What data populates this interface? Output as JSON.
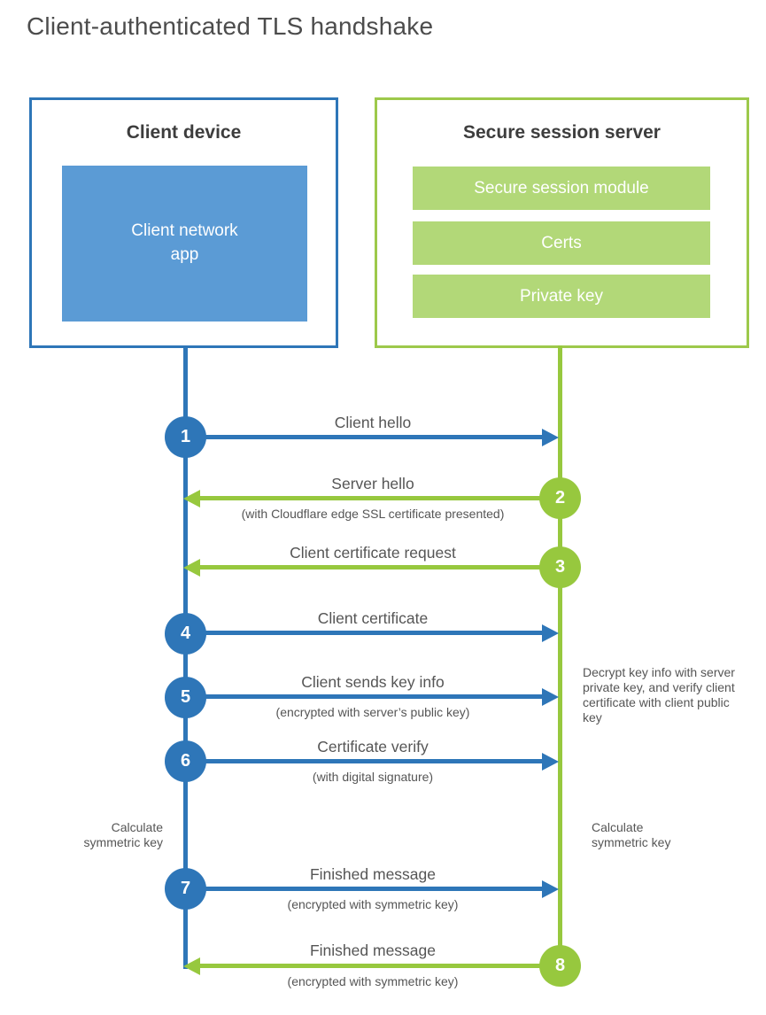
{
  "title": "Client-authenticated TLS handshake",
  "colors": {
    "blue_accent": "#2e76b8",
    "blue_fill": "#5b9bd5",
    "green_accent": "#97c83e",
    "green_fill": "#b2d878",
    "green_border": "#9dc94b",
    "label_text": "#555555",
    "heading_text": "#3d3d3d"
  },
  "client": {
    "title": "Client device",
    "app_label": "Client network app"
  },
  "server": {
    "title": "Secure session server",
    "modules": [
      "Secure session module",
      "Certs",
      "Private key"
    ]
  },
  "steps": [
    {
      "num": "1",
      "label": "Client hello",
      "sub": "",
      "direction": "client-to-server"
    },
    {
      "num": "2",
      "label": "Server hello",
      "sub": "(with Cloudflare edge SSL certificate presented)",
      "direction": "server-to-client"
    },
    {
      "num": "3",
      "label": "Client certificate request",
      "sub": "",
      "direction": "server-to-client"
    },
    {
      "num": "4",
      "label": "Client certificate",
      "sub": "",
      "direction": "client-to-server"
    },
    {
      "num": "5",
      "label": "Client sends key info",
      "sub": "(encrypted with server’s public key)",
      "direction": "client-to-server"
    },
    {
      "num": "6",
      "label": "Certificate verify",
      "sub": "(with digital signature)",
      "direction": "client-to-server"
    },
    {
      "num": "7",
      "label": "Finished message",
      "sub": "(encrypted with symmetric key)",
      "direction": "client-to-server"
    },
    {
      "num": "8",
      "label": "Finished message",
      "sub": "(encrypted with symmetric key)",
      "direction": "server-to-client"
    }
  ],
  "annotations": {
    "client_calculate": "Calculate symmetric key",
    "server_calculate": "Calculate symmetric key",
    "server_decrypt": "Decrypt key info with server private key, and verify client certificate with client public key"
  }
}
